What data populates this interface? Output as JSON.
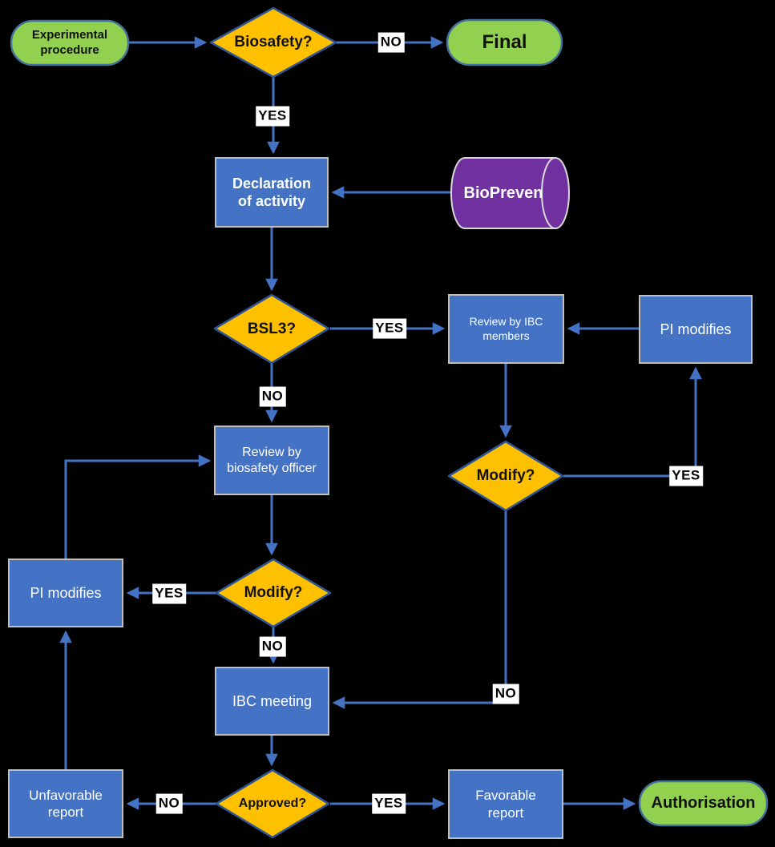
{
  "diagram": {
    "type": "flowchart",
    "background": "#000000",
    "colors": {
      "process_fill": "#4472C4",
      "process_border": "#BFBFBF",
      "decision_fill": "#FFC000",
      "decision_border": "#2E5597",
      "terminal_fill": "#92D050",
      "terminal_border": "#41719C",
      "datastore_fill": "#7030A0",
      "datastore_border": "#D9D9D9",
      "connector": "#4472C4",
      "edge_label_bg": "#FFFFFF",
      "edge_label_text": "#000000",
      "process_text": "#FFFFFF",
      "decision_text": "#000000",
      "terminal_text": "#000000"
    },
    "nodes": {
      "experimental_procedure": {
        "type": "terminal",
        "label": [
          "Experimental",
          "procedure"
        ]
      },
      "biosafety": {
        "type": "decision",
        "label": "Biosafety?"
      },
      "final": {
        "type": "terminal",
        "label": "Final"
      },
      "declaration_of_activity": {
        "type": "process",
        "label": [
          "Declaration",
          "of activity"
        ]
      },
      "biopreven": {
        "type": "datastore",
        "label": "BioPreven"
      },
      "bsl3": {
        "type": "decision",
        "label": "BSL3?"
      },
      "review_by_ibc_members": {
        "type": "process",
        "label": [
          "Review by IBC",
          "members"
        ]
      },
      "pi_modifies_right": {
        "type": "process",
        "label": "PI modifies"
      },
      "modify_after_ibc_review": {
        "type": "decision",
        "label": "Modify?"
      },
      "review_by_biosafety_officer": {
        "type": "process",
        "label": [
          "Review by",
          "biosafety officer"
        ]
      },
      "pi_modifies_left": {
        "type": "process",
        "label": "PI modifies"
      },
      "modify_after_bso_review": {
        "type": "decision",
        "label": "Modify?"
      },
      "ibc_meeting": {
        "type": "process",
        "label": "IBC meeting"
      },
      "unfavorable_report": {
        "type": "process",
        "label": [
          "Unfavorable",
          "report"
        ]
      },
      "approved": {
        "type": "decision",
        "label": "Approved?"
      },
      "favorable_report": {
        "type": "process",
        "label": [
          "Favorable",
          "report"
        ]
      },
      "authorisation": {
        "type": "terminal",
        "label": "Authorisation"
      }
    },
    "edges": [
      {
        "from": "experimental_procedure",
        "to": "biosafety",
        "label": ""
      },
      {
        "from": "biosafety",
        "to": "final",
        "label": "NO"
      },
      {
        "from": "biosafety",
        "to": "declaration_of_activity",
        "label": "YES"
      },
      {
        "from": "biopreven",
        "to": "declaration_of_activity",
        "label": ""
      },
      {
        "from": "declaration_of_activity",
        "to": "bsl3",
        "label": ""
      },
      {
        "from": "bsl3",
        "to": "review_by_ibc_members",
        "label": "YES"
      },
      {
        "from": "bsl3",
        "to": "review_by_biosafety_officer",
        "label": "NO"
      },
      {
        "from": "review_by_ibc_members",
        "to": "modify_after_ibc_review",
        "label": ""
      },
      {
        "from": "modify_after_ibc_review",
        "to": "pi_modifies_right",
        "label": "YES"
      },
      {
        "from": "modify_after_ibc_review",
        "to": "ibc_meeting",
        "label": "NO"
      },
      {
        "from": "pi_modifies_right",
        "to": "review_by_ibc_members",
        "label": ""
      },
      {
        "from": "review_by_biosafety_officer",
        "to": "modify_after_bso_review",
        "label": ""
      },
      {
        "from": "modify_after_bso_review",
        "to": "pi_modifies_left",
        "label": "YES"
      },
      {
        "from": "modify_after_bso_review",
        "to": "ibc_meeting",
        "label": "NO"
      },
      {
        "from": "pi_modifies_left",
        "to": "review_by_biosafety_officer",
        "label": ""
      },
      {
        "from": "ibc_meeting",
        "to": "approved",
        "label": ""
      },
      {
        "from": "approved",
        "to": "unfavorable_report",
        "label": "NO"
      },
      {
        "from": "approved",
        "to": "favorable_report",
        "label": "YES"
      },
      {
        "from": "unfavorable_report",
        "to": "pi_modifies_left",
        "label": ""
      },
      {
        "from": "favorable_report",
        "to": "authorisation",
        "label": ""
      }
    ]
  }
}
